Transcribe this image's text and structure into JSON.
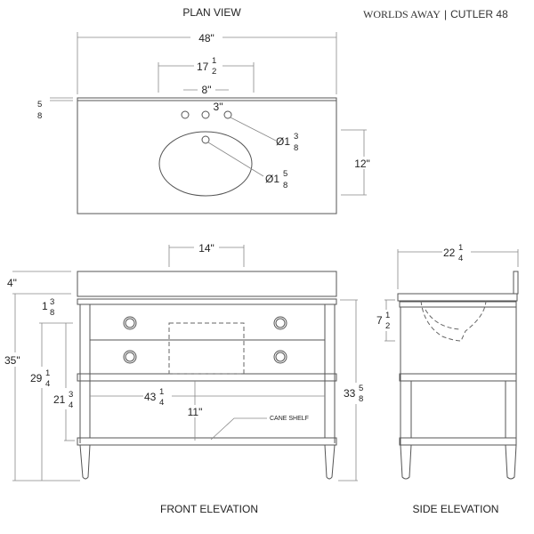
{
  "header": {
    "brand": "WORLDS AWAY",
    "separator": "|",
    "product": "CUTLER 48"
  },
  "views": {
    "plan": "PLAN VIEW",
    "front": "FRONT ELEVATION",
    "side": "SIDE ELEVATION"
  },
  "plan": {
    "width": "48\"",
    "faucet_span": {
      "whole": "17",
      "num": "1",
      "den": "2"
    },
    "hole_spacing": "8\"",
    "hole_setback": "3\"",
    "top_thickness": {
      "whole": "",
      "num": "5",
      "den": "8"
    },
    "hole_dia": {
      "whole": "Ø1",
      "num": "3",
      "den": "8"
    },
    "drain_dia": {
      "whole": "Ø1",
      "num": "5",
      "den": "8"
    },
    "basin_depth": "12\""
  },
  "front": {
    "basin_width": "14\"",
    "top_height": "4\"",
    "rail": {
      "whole": "1",
      "num": "3",
      "den": "8"
    },
    "total_height": "35\"",
    "apron_height": {
      "whole": "29",
      "num": "1",
      "den": "4"
    },
    "shelf_height": {
      "whole": "21",
      "num": "3",
      "den": "4"
    },
    "inner_width": {
      "whole": "43",
      "num": "1",
      "den": "4"
    },
    "shelf_clearance": "11\"",
    "shelf_label": "CANE SHELF",
    "body_height": {
      "whole": "33",
      "num": "5",
      "den": "8"
    }
  },
  "side": {
    "depth": {
      "whole": "22",
      "num": "1",
      "den": "4"
    },
    "basin_drop": {
      "whole": "7",
      "num": "1",
      "den": "2"
    }
  }
}
